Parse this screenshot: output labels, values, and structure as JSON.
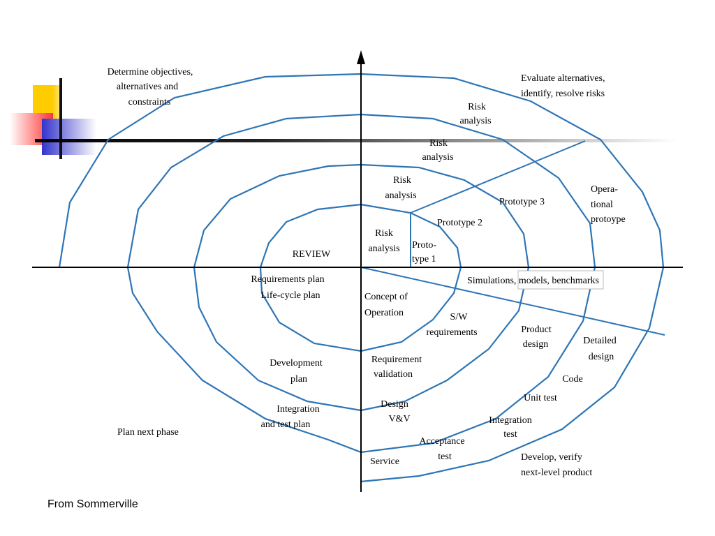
{
  "quadrants": {
    "top_left": [
      "Determine objectives,",
      "alternatives and",
      "constraints"
    ],
    "top_right": [
      "Evaluate alternatives,",
      "identify, resolve risks"
    ],
    "bottom_left": "Plan next phase",
    "bottom_right": [
      "Develop, verify",
      "next-level product"
    ]
  },
  "risk_analysis": {
    "line1": "Risk",
    "line2": "analysis"
  },
  "prototypes": {
    "proto1": [
      "Proto-",
      "type 1"
    ],
    "proto2": "Prototype 2",
    "proto3": "Prototype 3",
    "operational": [
      "Opera-",
      "tional",
      "protoype"
    ]
  },
  "review": "REVIEW",
  "plans": {
    "requirements": [
      "Requirements plan",
      "Life-cycle plan"
    ],
    "development": [
      "Development",
      "plan"
    ],
    "integration": [
      "Integration",
      "and test plan"
    ]
  },
  "development_steps": {
    "concept": [
      "Concept of",
      "Operation"
    ],
    "sw_requirements": [
      "S/W",
      "requirements"
    ],
    "requirement_validation": [
      "Requirement",
      "validation"
    ],
    "design_vv": [
      "Design",
      "V&V"
    ],
    "product_design": [
      "Product",
      "design"
    ],
    "detailed_design": [
      "Detailed",
      "design"
    ],
    "code": "Code",
    "unit_test": "Unit test",
    "integration_test": [
      "Integration",
      "test"
    ],
    "acceptance_test": [
      "Acceptance",
      "test"
    ],
    "service": "Service"
  },
  "simulations": "Simulations, models, benchmarks",
  "source": "From Sommerville",
  "colors": {
    "spiral": "#2E75B6",
    "deco_yellow": "#FFCC00",
    "deco_red": "#FF3333",
    "deco_blue": "#3333CC"
  }
}
